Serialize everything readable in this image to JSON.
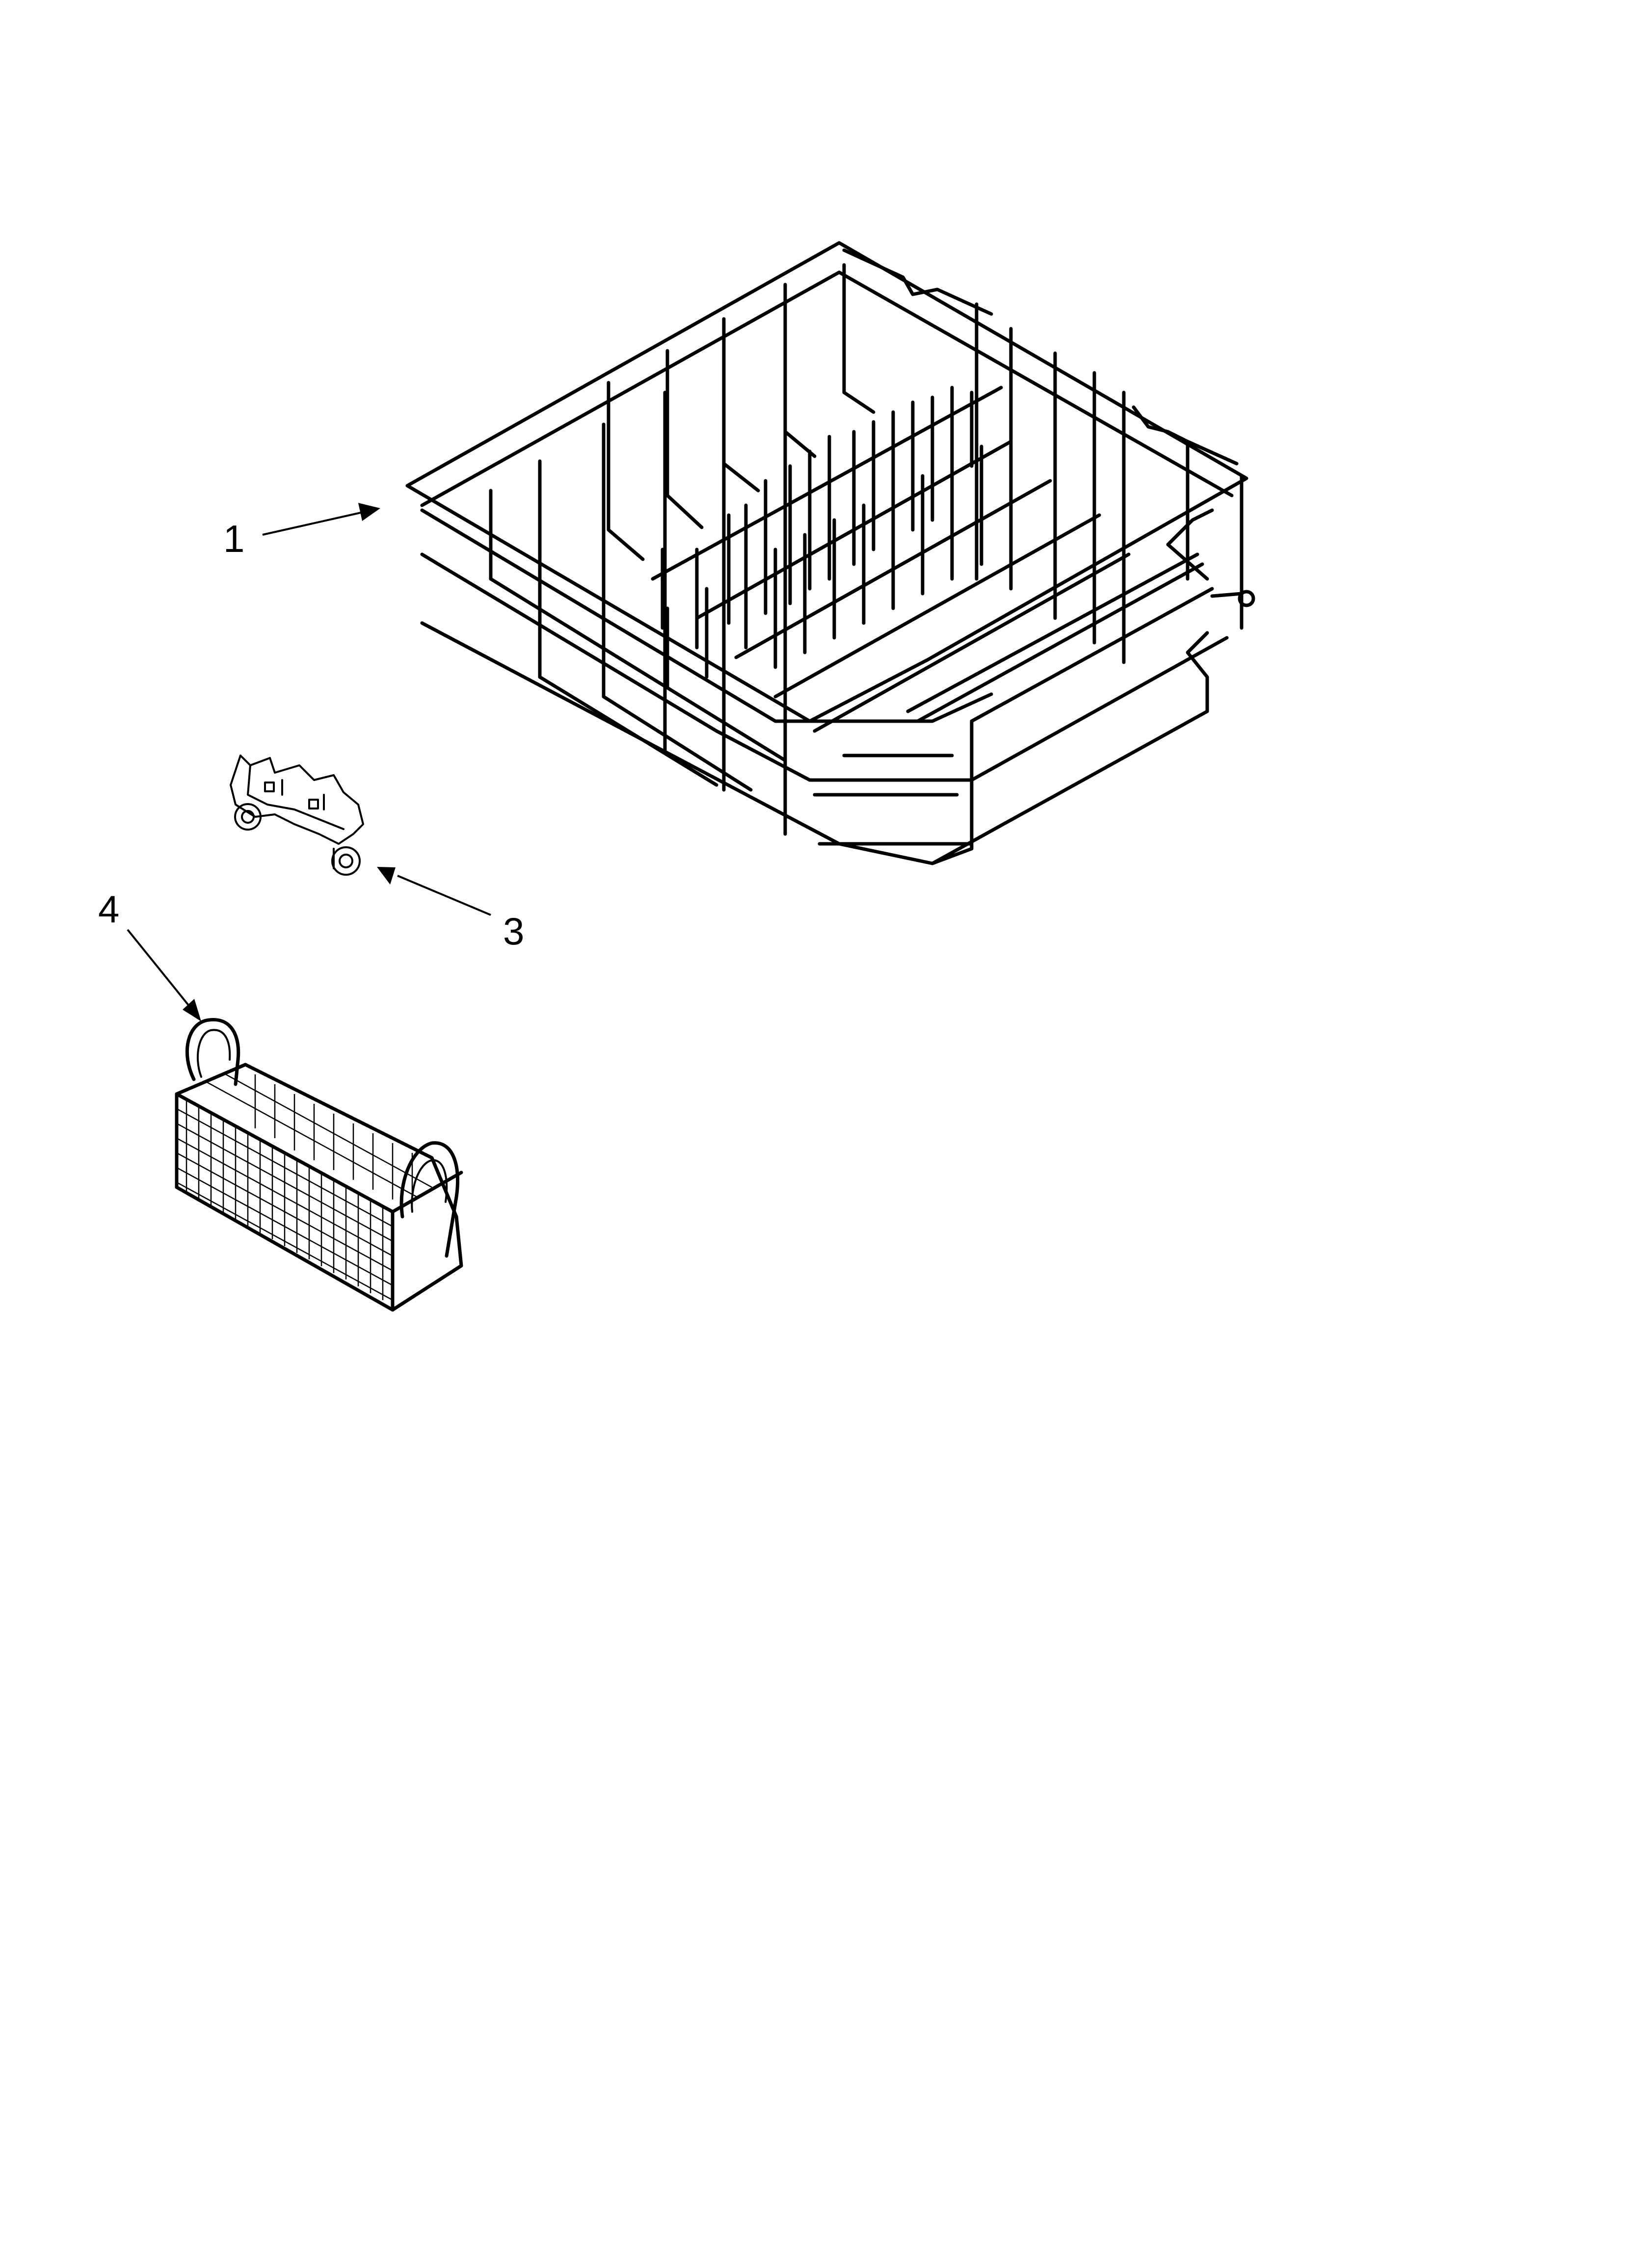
{
  "diagram": {
    "callouts": [
      {
        "id": "1",
        "label": "1",
        "part": "lower-dishrack"
      },
      {
        "id": "3",
        "label": "3",
        "part": "rack-wheel-assembly"
      },
      {
        "id": "4",
        "label": "4",
        "part": "silverware-basket"
      }
    ],
    "colors": {
      "line": "#000000",
      "background": "#ffffff"
    }
  }
}
